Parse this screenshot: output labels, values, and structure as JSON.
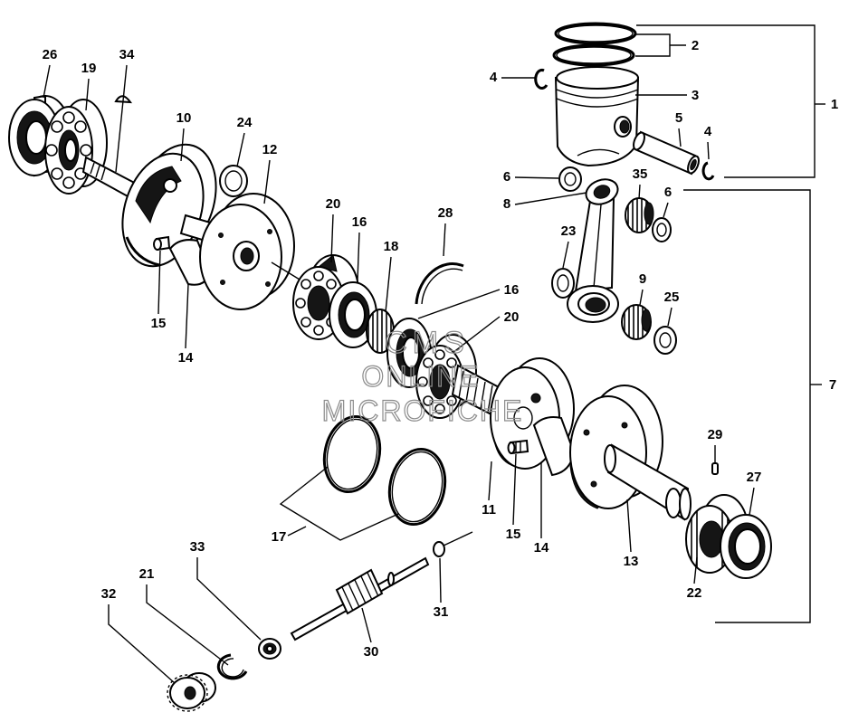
{
  "callouts": [
    "26",
    "19",
    "34",
    "10",
    "24",
    "12",
    "20",
    "16",
    "28",
    "18",
    "16",
    "20",
    "15",
    "14",
    "2",
    "4",
    "3",
    "1",
    "5",
    "4",
    "6",
    "35",
    "6",
    "8",
    "23",
    "9",
    "25",
    "7",
    "29",
    "27",
    "11",
    "15",
    "14",
    "13",
    "22",
    "17",
    "33",
    "21",
    "32",
    "31",
    "30"
  ],
  "watermark": [
    "CMS",
    "ONLINE",
    "MICROFICHE"
  ],
  "colors": {
    "ink": "#000000",
    "background": "#ffffff",
    "watermark": "#8c8c8c"
  }
}
